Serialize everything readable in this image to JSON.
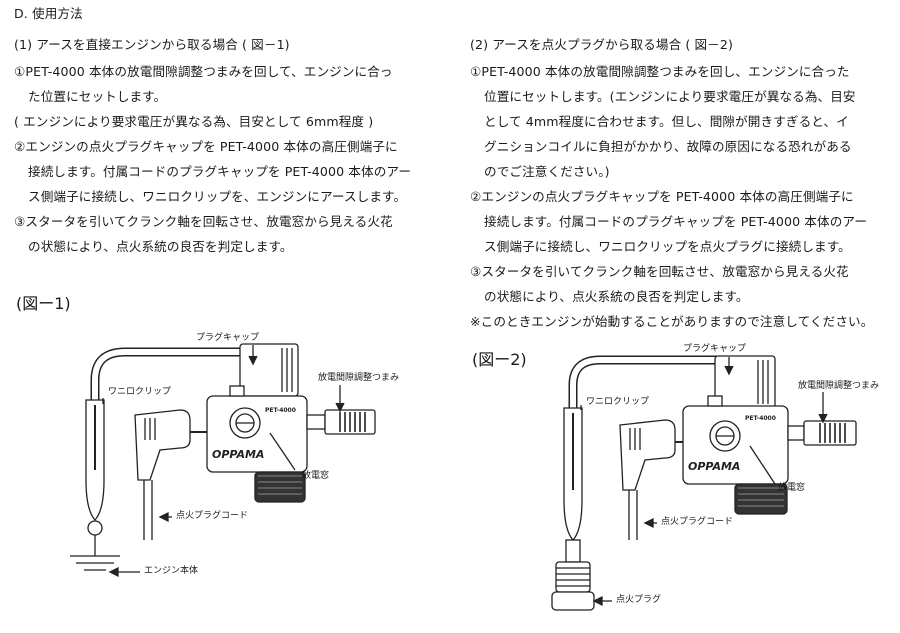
{
  "section_title": "D. 使用方法",
  "left": {
    "heading": "(1) アースを直接エンジンから取る場合 ( 図－1)",
    "lines": [
      "①PET-4000 本体の放電間隙調整つまみを回して、エンジンに合っ",
      "た位置にセットします。",
      "( エンジンにより要求電圧が異なる為、目安として 6mm程度 )",
      "②エンジンの点火プラグキャップを PET-4000 本体の高圧側端子に",
      "接続します。付属コードのプラグキャップを PET-4000 本体のアー",
      "ス側端子に接続し、ワニロクリップを、エンジンにアースします。",
      "③スタータを引いてクランク軸を回転させ、放電窓から見える火花",
      "の状態により、点火系統の良否を判定します。"
    ],
    "figure_title": "(図ー1)",
    "labels": {
      "plug_cap": "プラグキャップ",
      "clip": "ワニロクリップ",
      "model": "PET-4000",
      "knob": "放電間隙調整つまみ",
      "window": "放電窓",
      "cord": "点火プラグコード",
      "engine": "エンジン本体",
      "brand": "OPPAMA"
    }
  },
  "right": {
    "heading": "(2) アースを点火プラグから取る場合 ( 図－2)",
    "lines": [
      "①PET-4000 本体の放電間隙調整つまみを回し、エンジンに合った",
      "位置にセットします。(エンジンにより要求電圧が異なる為、目安",
      "として 4mm程度に合わせます。但し、間隙が開きすぎると、イ",
      "グニションコイルに負担がかかり、故障の原因になる恐れがある",
      "のでご注意ください。)",
      "②エンジンの点火プラグキャップを PET-4000 本体の高圧側端子に",
      "接続します。付属コードのプラグキャップを PET-4000 本体のアー",
      "ス側端子に接続し、ワニロクリップを点火プラグに接続します。",
      "③スタータを引いてクランク軸を回転させ、放電窓から見える火花",
      "の状態により、点火系統の良否を判定します。",
      "※このときエンジンが始動することがありますので注意してください。"
    ],
    "figure_title": "(図ー2)",
    "labels": {
      "plug_cap": "プラグキャップ",
      "clip": "ワニロクリップ",
      "model": "PET-4000",
      "knob": "放電間隙調整つまみ",
      "window": "放電窓",
      "cord": "点火プラグコード",
      "spark_plug": "点火プラグ",
      "brand": "OPPAMA"
    }
  }
}
